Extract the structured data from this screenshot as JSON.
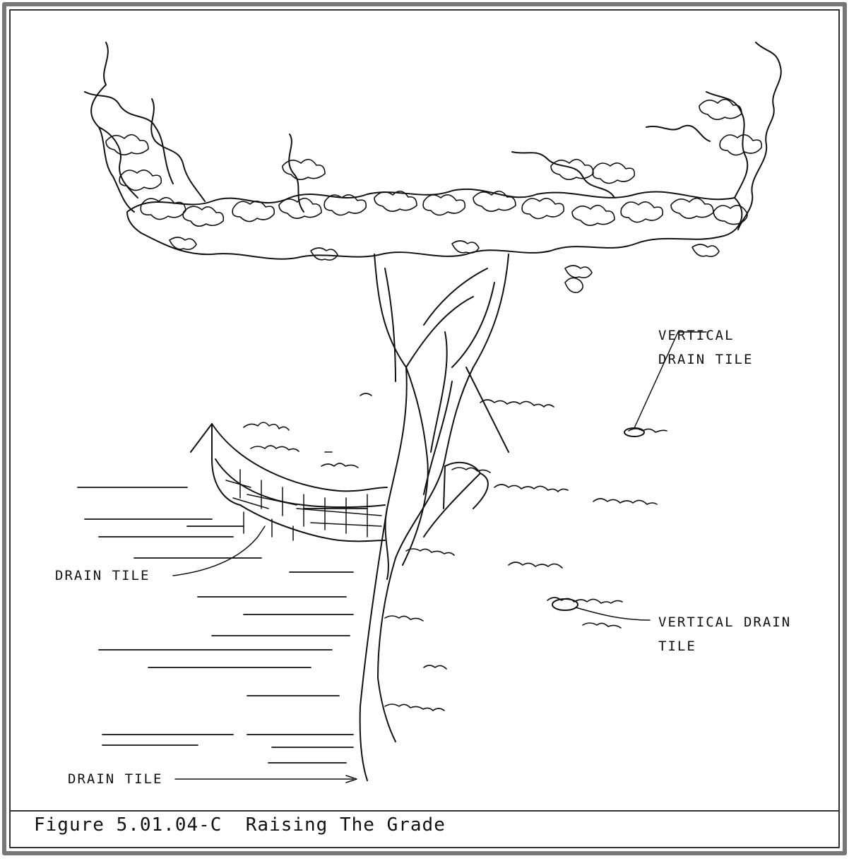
{
  "figure": {
    "caption": "Figure 5.01.04-C  Raising The Grade",
    "labels": {
      "vertical_drain_tile_top_line1": "VERTICAL",
      "vertical_drain_tile_top_line2": "DRAIN TILE",
      "drain_tile_left": "DRAIN TILE",
      "vertical_drain_tile_right_line1": "VERTICAL DRAIN",
      "vertical_drain_tile_right_line2": "TILE",
      "drain_tile_bottom": "DRAIN TILE"
    }
  },
  "colors": {
    "ink": "#111111",
    "paper": "#ffffff",
    "border": "#555555"
  }
}
